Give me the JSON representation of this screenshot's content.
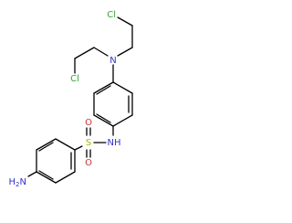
{
  "molecule": {
    "atoms": {
      "cl_top": "Cl",
      "n_amine": "N",
      "cl_left": "Cl",
      "nh_sulfonamide": "NH",
      "o_upper": "O",
      "s_sulfonyl": "S",
      "o_lower": "O",
      "h2n_amino": "H2N"
    }
  },
  "colors": {
    "bond": "#000000",
    "carbon_text": "#000000",
    "nitrogen": "#3333cc",
    "chlorine": "#33a633",
    "oxygen": "#cc3333",
    "sulfur": "#b3b300",
    "background": "#ffffff"
  }
}
